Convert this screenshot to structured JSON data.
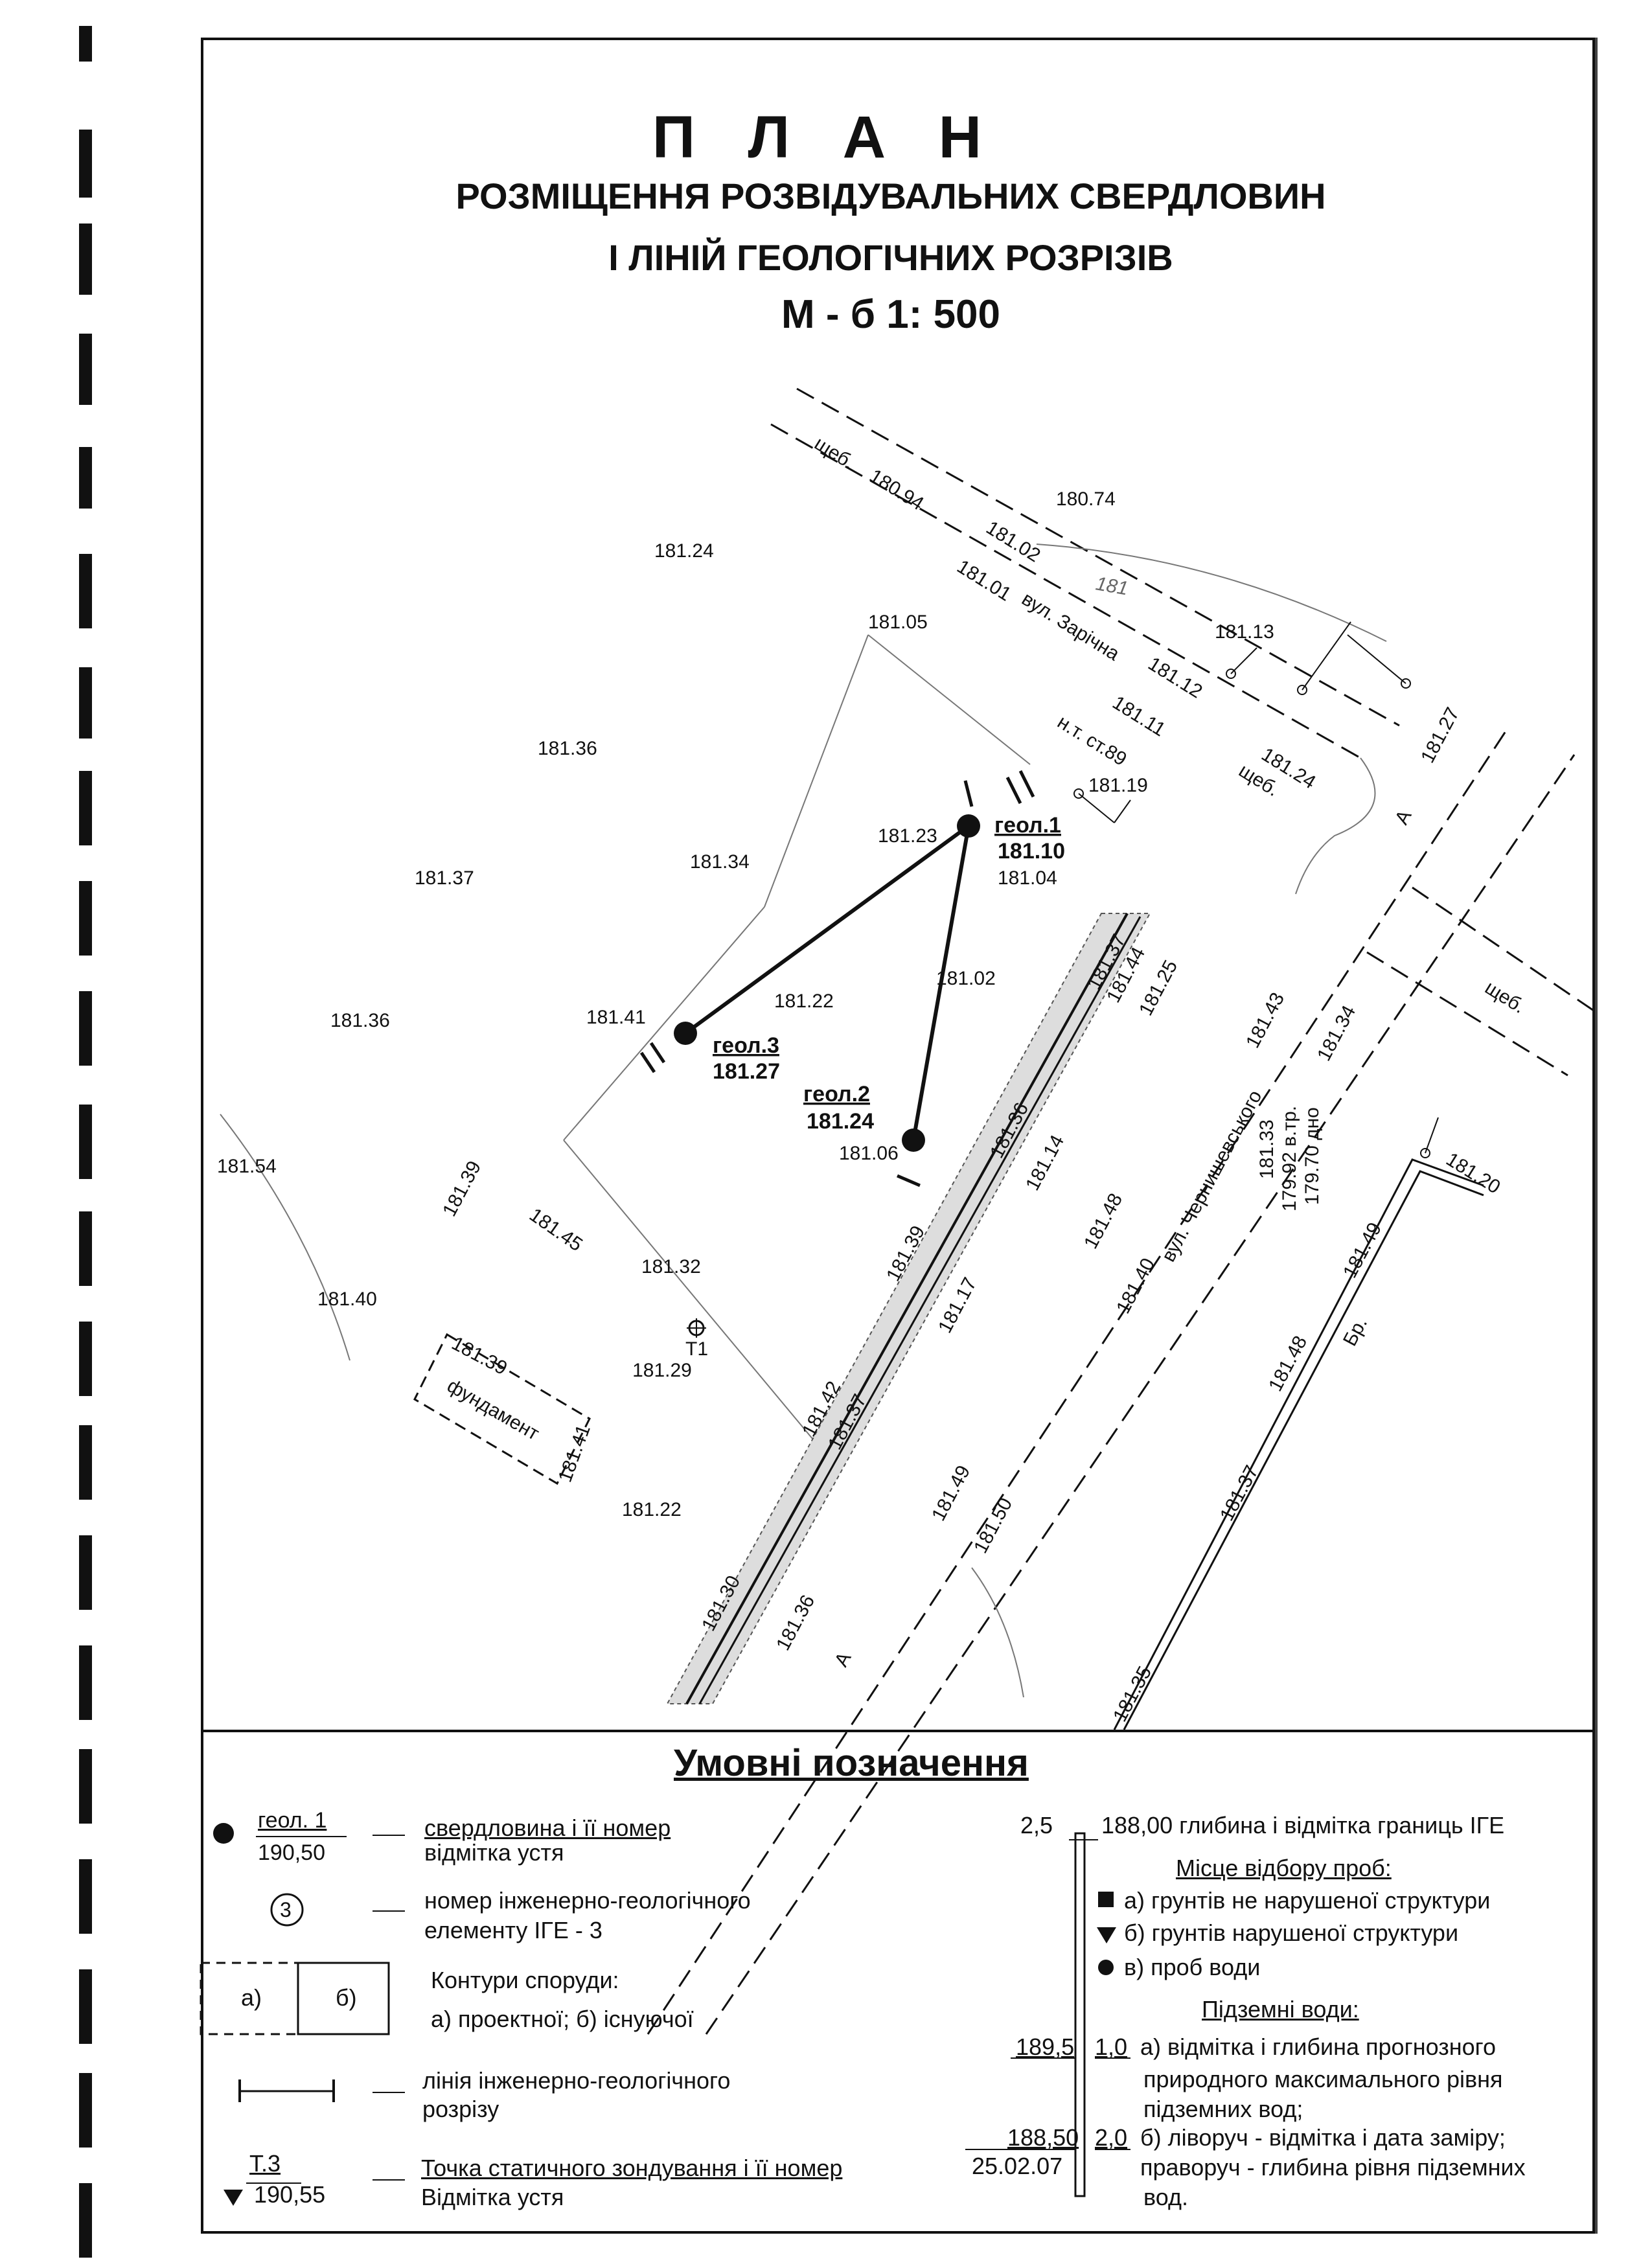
{
  "header": {
    "title": "П Л А Н",
    "line1": "РОЗМІЩЕННЯ РОЗВІДУВАЛЬНИХ СВЕРДЛОВИН",
    "line2": "І ЛІНІЙ ГЕОЛОГІЧНИХ РОЗРІЗІВ",
    "scale": "М - б   1: 500"
  },
  "map": {
    "streets": {
      "zarichna": "вул. Зарічна",
      "chernyshevskogo": "вул. Чернишевського",
      "scheb": "щеб.",
      "nt": "н.т. ст.89",
      "fundament": "фундамент",
      "br": "Бр.",
      "a": "А"
    },
    "elevations": [
      "180.94",
      "180.74",
      "181.24",
      "181.02",
      "181.01",
      "181",
      "181.05",
      "181.13",
      "181.12",
      "181.36",
      "181.11",
      "181.27",
      "181.24",
      "181.19",
      "181.23",
      "181.37",
      "181.34",
      "181.04",
      "181.37",
      "181.44",
      "181.25",
      "181.36",
      "181.41",
      "181.22",
      "181.02",
      "181.43",
      "181.34",
      "181.54",
      "181.39",
      "181.36",
      "181.06",
      "181.14",
      "181.45",
      "181.32",
      "181.33",
      "179.92 в.тр.",
      "179.70 дно",
      "181.20",
      "181.39",
      "181.48",
      "181.40",
      "181.49",
      "181.40",
      "181.39",
      "181.29",
      "181.42",
      "181.37",
      "181.17",
      "181.41",
      "181.22",
      "181.49",
      "181.50",
      "181.48",
      "181.37",
      "181.30",
      "181.36",
      "181.35"
    ],
    "wells": [
      {
        "name": "геол.1",
        "elev": "181.10"
      },
      {
        "name": "геол.2",
        "elev": "181.24"
      },
      {
        "name": "геол.3",
        "elev": "181.27"
      }
    ],
    "point": {
      "name": "Т1",
      "elev": "181.29"
    }
  },
  "legend": {
    "title": "Умовні позначення",
    "well_label": "геол. 1",
    "well_elev": "190,50",
    "well_desc1": "свердловина і її номер",
    "well_desc2": "відмітка устя",
    "ige_num": "3",
    "ige_desc1": "номер інженерно-геологічного",
    "ige_desc2": "елементу ІГЕ - 3",
    "contour_a": "а)",
    "contour_b": "б)",
    "contour_desc1": "Контури споруди:",
    "contour_desc2": "а) проектної; б) існуючої",
    "line_desc1": "лінія інженерно-геологічного",
    "line_desc2": "розрізу",
    "tz_label": "Т.3",
    "tz_elev": "190,55",
    "tz_desc1": "Точка статичного зондування і її номер",
    "tz_desc2": "Відмітка устя",
    "depth_val": "2,5",
    "depth_desc": "188,00 глибина і відмітка границь ІГЕ",
    "sample_title": "Місце відбору проб:",
    "sample_a": "а) грунтів не нарушеної структури",
    "sample_b": "б) грунтів нарушеної структури",
    "sample_c": "в) проб води",
    "water_title": "Підземні води:",
    "water_v1": "189,5",
    "water_d1": "1,0",
    "water_a1": "а) відмітка і глибина прогнозного",
    "water_a2": "природного максимального рівня",
    "water_a3": "підземних вод;",
    "water_v2": "188,50",
    "water_date": "25.02.07",
    "water_d2": "2,0",
    "water_b1": "б) ліворуч - відмітка і дата заміру;",
    "water_b2": "праворуч - глибина рівня підземних",
    "water_b3": "вод."
  }
}
